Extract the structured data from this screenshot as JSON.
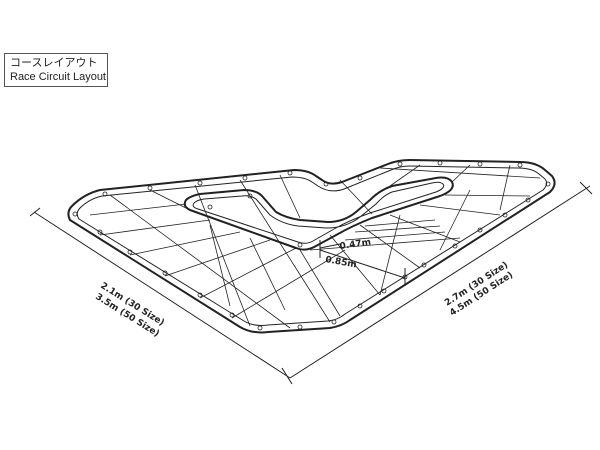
{
  "title": {
    "japanese": "コースレイアウト",
    "english": "Race Circuit Layout"
  },
  "dimensions": {
    "width_line1": "2.1m (30 Size)",
    "width_line2": "3.5m (50 Size)",
    "length_line1": "2.7m (30 Size)",
    "length_line2": "4.5m (50 Size)",
    "lane_width": "0.47m",
    "track_width": "0.85m"
  }
}
